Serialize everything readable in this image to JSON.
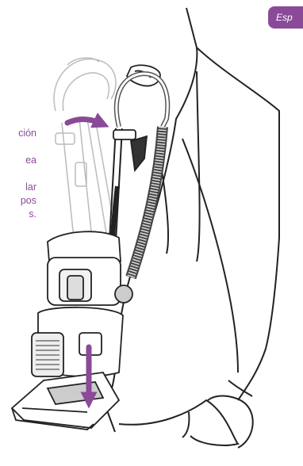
{
  "section_tab": {
    "label": "Esp",
    "color": "#8a4a98"
  },
  "side_text": {
    "lines": [
      "ción",
      "",
      "ea",
      "",
      "lar",
      "pos",
      "s."
    ],
    "color": "#8a4a98"
  },
  "illustration": {
    "subject": "vacuum-cleaner-lift-away",
    "arrow_color": "#8a4a98"
  }
}
